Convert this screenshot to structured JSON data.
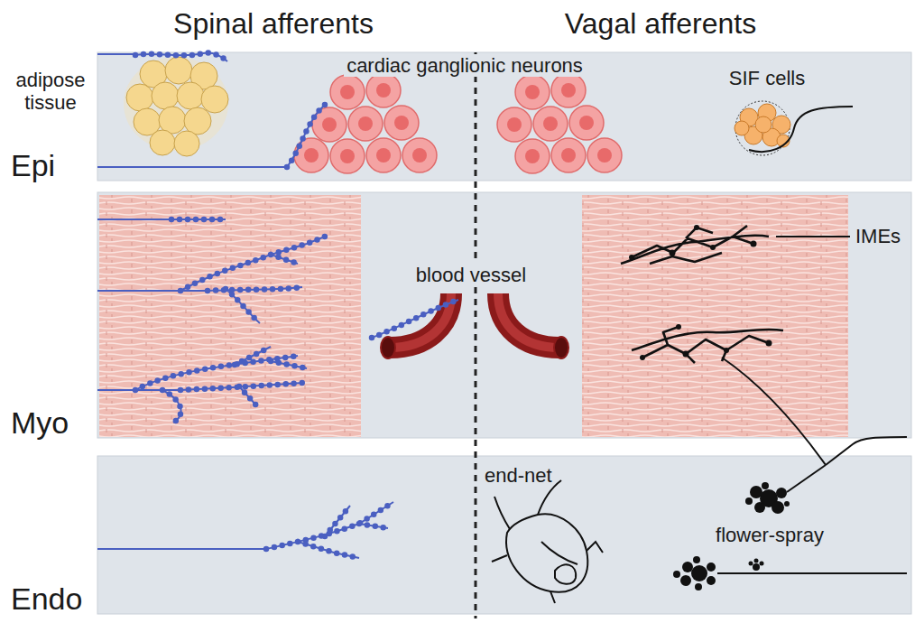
{
  "diagram": {
    "nodes": [
      {
        "text": [
          "Epi"
        ]
      },
      {
        "text": [
          "Myo"
        ]
      },
      {
        "text": [
          "Endo"
        ]
      }
    ],
    "labels": [
      "Spinal afferents",
      "Vagal afferents",
      "adipose tissue",
      "cardiac ganglionic neurons",
      "SIF cells",
      "blood vessel",
      "IMEs",
      "end-net",
      "flower-spray"
    ]
  }
}
